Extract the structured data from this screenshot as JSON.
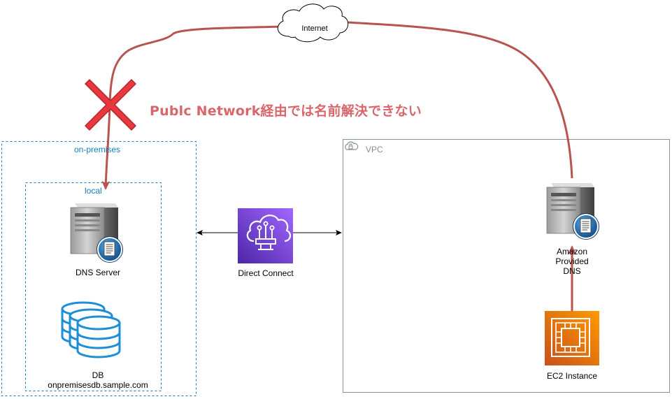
{
  "diagram": {
    "internet_label": "Internet",
    "annotation": "Publc Network経由では名前解決できない",
    "onprem_group_label": "on-premises",
    "local_group_label": "local",
    "vpc_group_label": "VPC",
    "dns_server_label": "DNS Server",
    "db_label_line1": "DB",
    "db_label_line2": "onpremisesdb.sample.com",
    "direct_connect_label": "Direct Connect",
    "amazon_dns_line1": "Amazon",
    "amazon_dns_line2": "Provided",
    "amazon_dns_line3": "DNS",
    "ec2_label": "EC2 Instance"
  },
  "colors": {
    "red_path": "#b85450",
    "red_x": "#e8383d",
    "annotation": "#d9666b",
    "group_border": "#147eba",
    "vpc_border": "#879196",
    "direct_connect": "#8c4fff",
    "ec2": "#ed7100",
    "db": "#1e8fd6"
  },
  "icons": [
    "cloud-icon",
    "cross-icon",
    "server-icon",
    "database-icon",
    "direct-connect-icon",
    "ec2-instance-icon",
    "vpc-cloud-icon"
  ]
}
